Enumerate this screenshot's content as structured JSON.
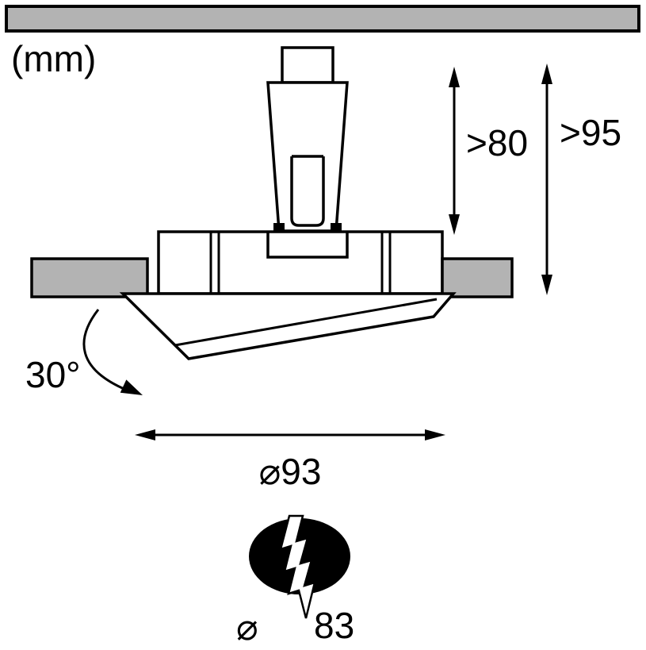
{
  "colors": {
    "line": "#000000",
    "ceiling_gray": "#b3b3b3",
    "background": "#ffffff"
  },
  "labels": {
    "unit": "(mm)",
    "recess_depth": ">80",
    "total_depth": ">95",
    "tilt_angle": "30°",
    "outer_diameter": "⌀93",
    "cutout_prefix": "⌀",
    "cutout_value": "83"
  }
}
